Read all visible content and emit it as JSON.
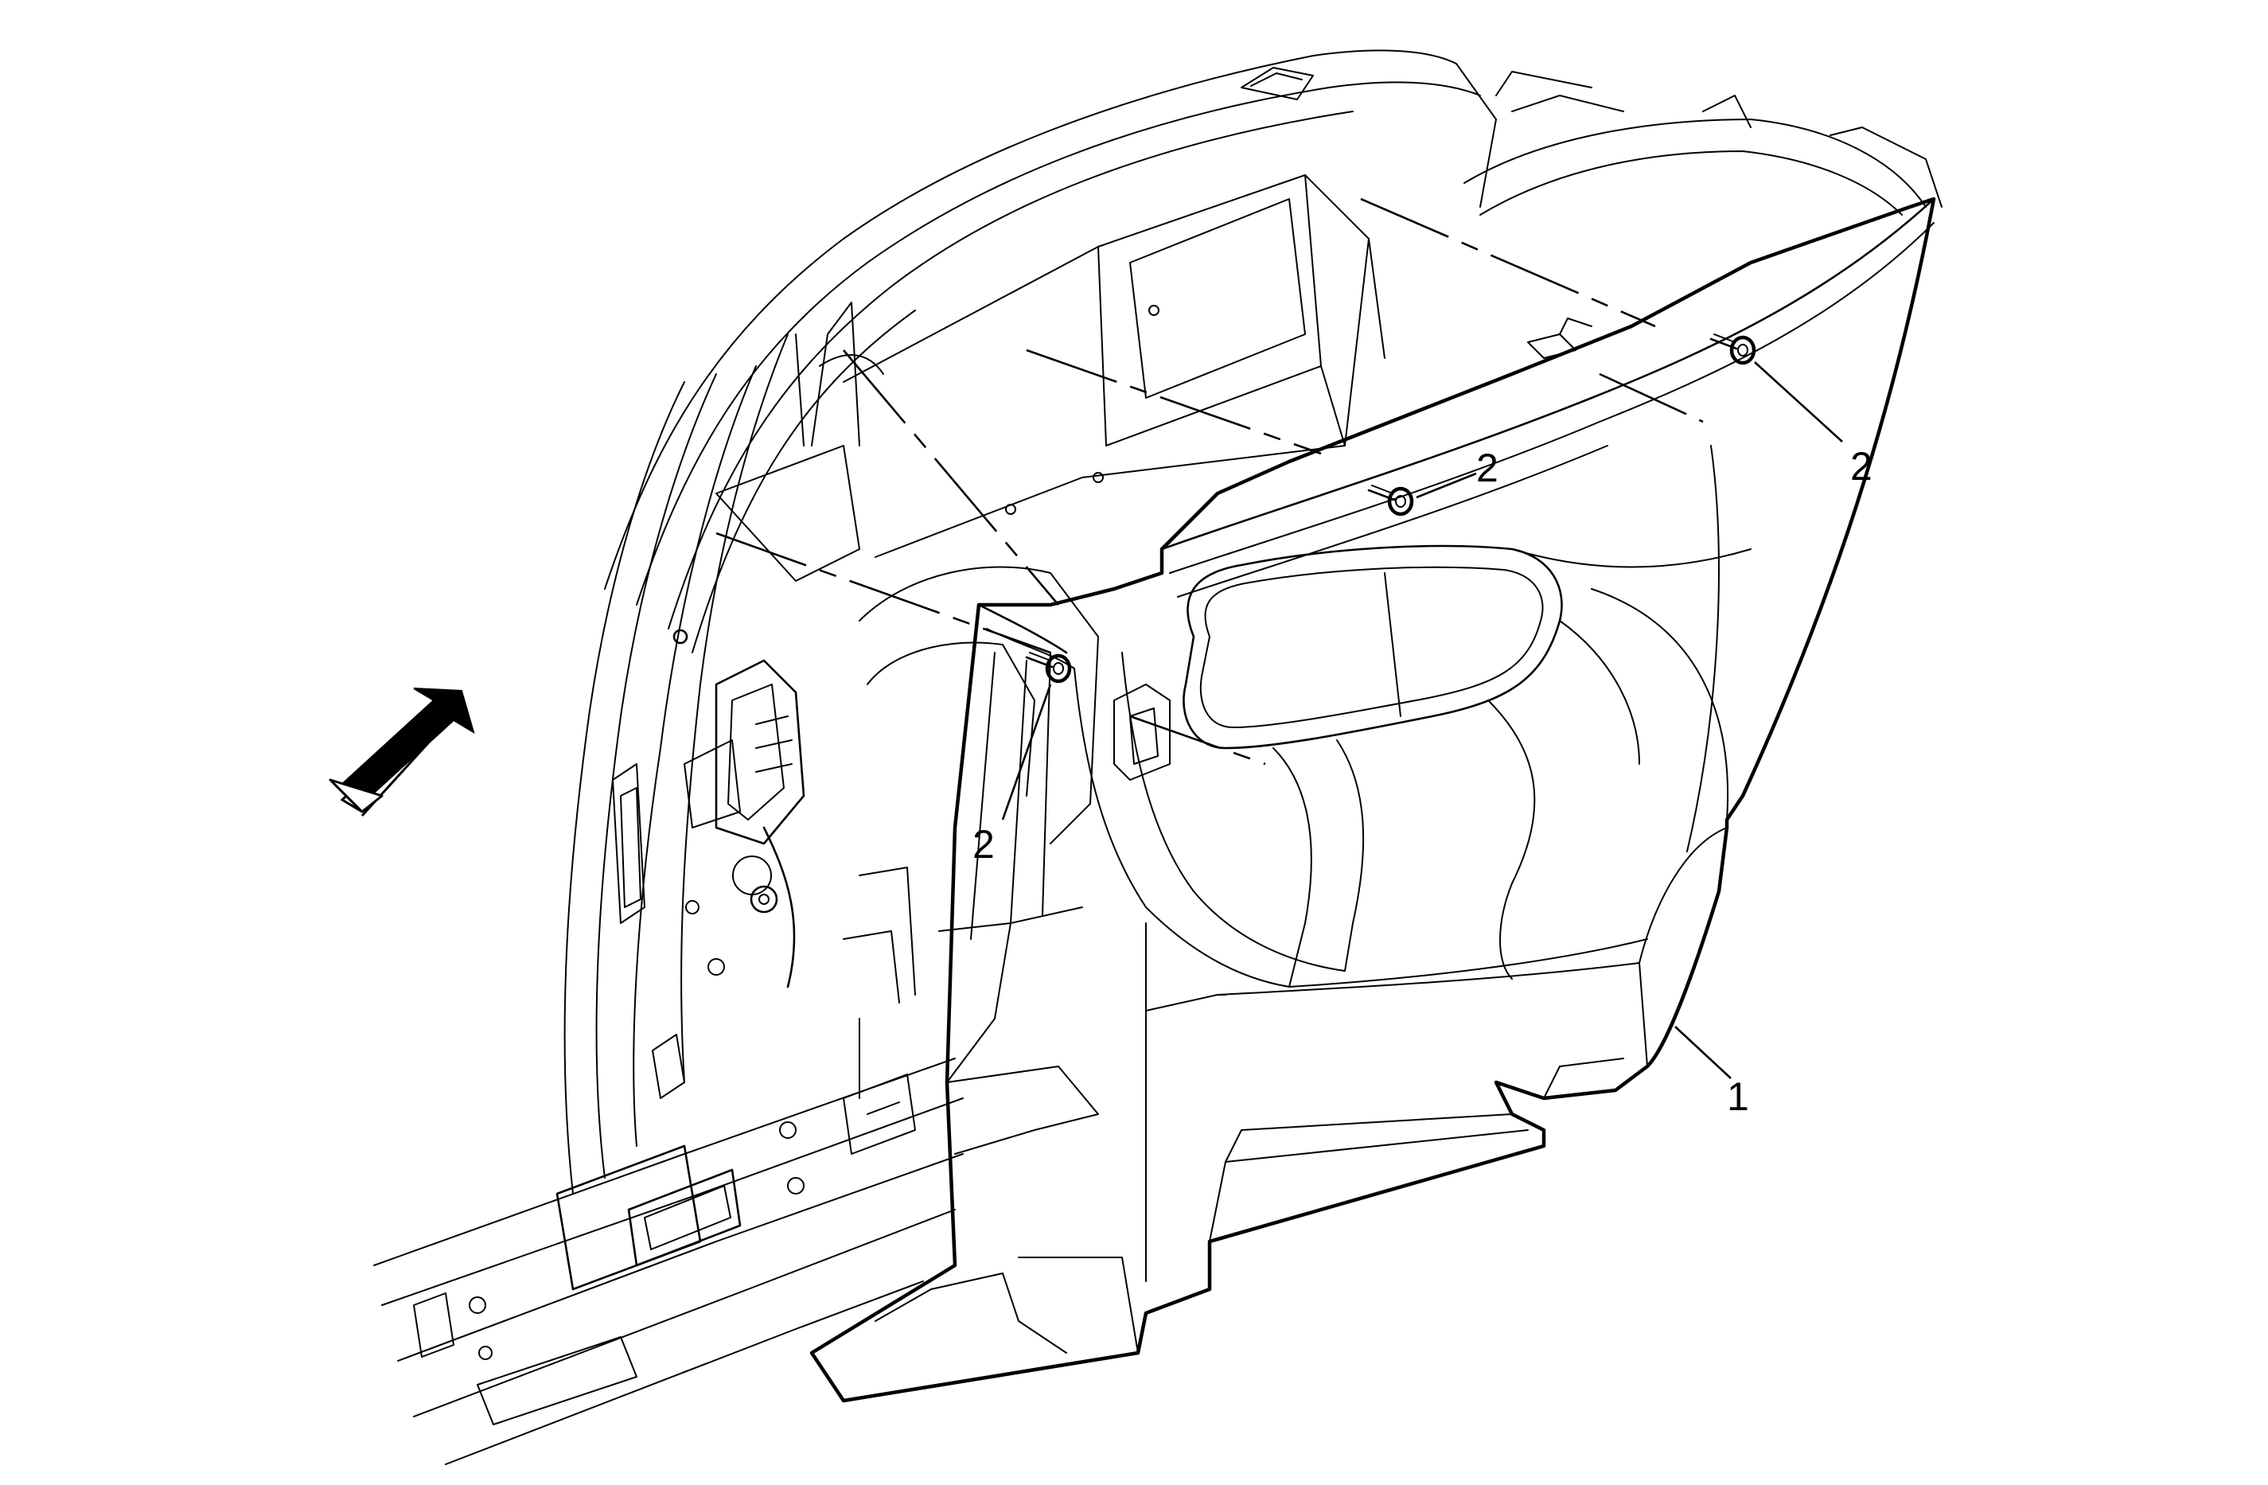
{
  "callouts": [
    {
      "id": "trim-panel",
      "label": "1"
    },
    {
      "id": "retainer-upper-right",
      "label": "2"
    },
    {
      "id": "retainer-upper-mid",
      "label": "2"
    },
    {
      "id": "retainer-pillar",
      "label": "2"
    }
  ],
  "colors": {
    "line": "#000000",
    "background": "#ffffff"
  },
  "icons": {
    "direction": "forward-arrow-icon",
    "fastener": "push-pin-retainer-icon"
  }
}
